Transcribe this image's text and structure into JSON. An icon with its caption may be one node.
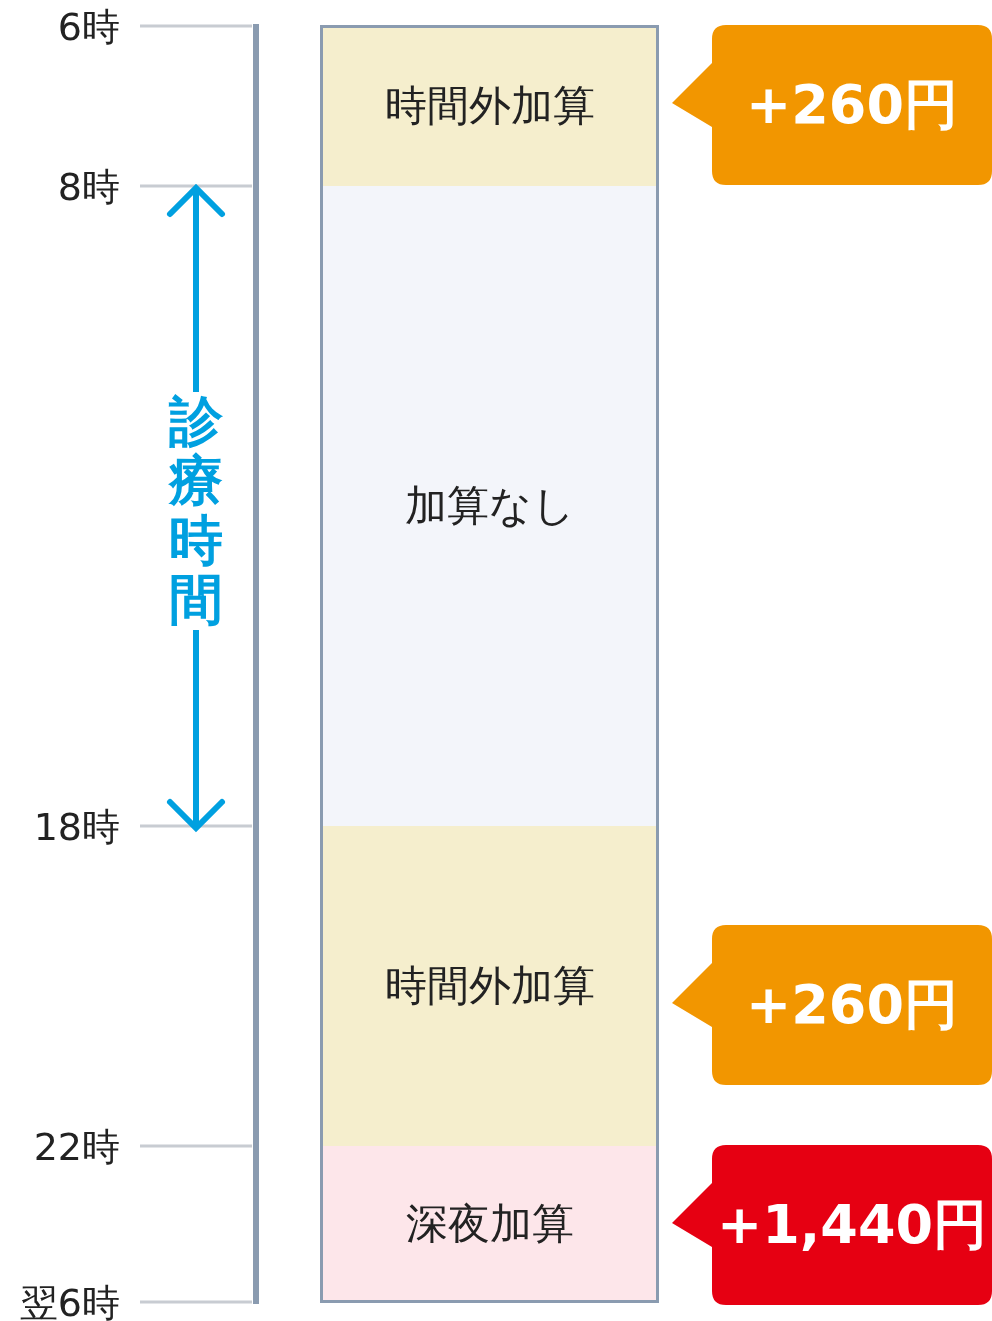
{
  "diagram": {
    "nodes": [
      {
        "text": [
          "時間外加算"
        ]
      },
      {
        "text": [
          "加算なし"
        ]
      },
      {
        "text": [
          "時間外加算"
        ]
      },
      {
        "text": [
          "深夜加算"
        ]
      },
      {
        "text": [
          "+260円"
        ]
      },
      {
        "text": [
          "+260円"
        ]
      },
      {
        "text": [
          "+1,440円"
        ]
      }
    ],
    "labels": [
      "6時",
      "8時",
      "診療時間",
      "18時",
      "22時",
      "翌6時"
    ]
  }
}
